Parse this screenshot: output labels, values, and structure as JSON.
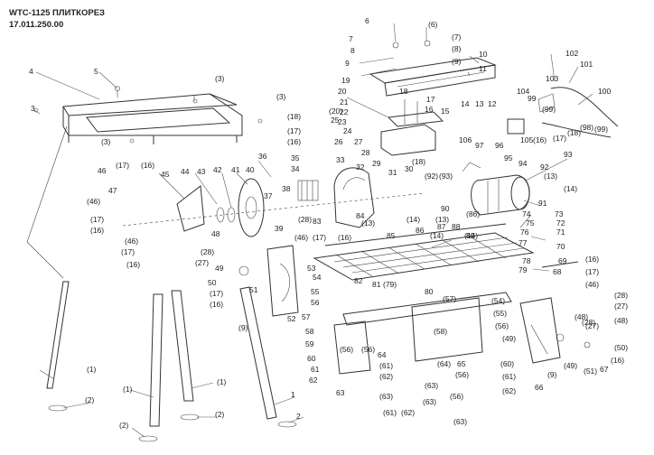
{
  "title": {
    "model": "WTC-1125 ПЛИТКОРЕЗ",
    "code": "17.011.250.00"
  },
  "labels": [
    {
      "t": "6"
    },
    {
      "t": "(6)"
    },
    {
      "t": "7"
    },
    {
      "t": "(7)"
    },
    {
      "t": "8"
    },
    {
      "t": "(8)"
    },
    {
      "t": "9"
    },
    {
      "t": "(9)"
    },
    {
      "t": "10"
    },
    {
      "t": "11"
    },
    {
      "t": "19"
    },
    {
      "t": "20"
    },
    {
      "t": "21"
    },
    {
      "t": "22"
    },
    {
      "t": "23"
    },
    {
      "t": "18"
    },
    {
      "t": "17"
    },
    {
      "t": "16"
    },
    {
      "t": "15"
    },
    {
      "t": "14"
    },
    {
      "t": "13"
    },
    {
      "t": "12"
    },
    {
      "t": "(20)"
    },
    {
      "t": "25"
    },
    {
      "t": "24"
    },
    {
      "t": "26"
    },
    {
      "t": "27"
    },
    {
      "t": "(18)"
    },
    {
      "t": "(17)"
    },
    {
      "t": "(16)"
    },
    {
      "t": "36"
    },
    {
      "t": "35"
    },
    {
      "t": "34"
    },
    {
      "t": "33"
    },
    {
      "t": "32"
    },
    {
      "t": "28"
    },
    {
      "t": "29"
    },
    {
      "t": "31"
    },
    {
      "t": "30"
    },
    {
      "t": "4"
    },
    {
      "t": "5"
    },
    {
      "t": "(3)"
    },
    {
      "t": "3"
    },
    {
      "t": "(3)"
    },
    {
      "t": "(3)"
    },
    {
      "t": "46"
    },
    {
      "t": "(17)"
    },
    {
      "t": "(16)"
    },
    {
      "t": "45"
    },
    {
      "t": "44"
    },
    {
      "t": "43"
    },
    {
      "t": "42"
    },
    {
      "t": "41"
    },
    {
      "t": "40"
    },
    {
      "t": "47"
    },
    {
      "t": "(46)"
    },
    {
      "t": "(17)"
    },
    {
      "t": "(16)"
    },
    {
      "t": "(46)"
    },
    {
      "t": "(17)"
    },
    {
      "t": "(16)"
    },
    {
      "t": "38"
    },
    {
      "t": "39"
    },
    {
      "t": "37"
    },
    {
      "t": "(28)"
    },
    {
      "t": "83"
    },
    {
      "t": "84"
    },
    {
      "t": "(13)"
    },
    {
      "t": "(14)"
    },
    {
      "t": "(13)"
    },
    {
      "t": "90"
    },
    {
      "t": "(92)"
    },
    {
      "t": "(93)"
    },
    {
      "t": "(18)"
    },
    {
      "t": "106"
    },
    {
      "t": "97"
    },
    {
      "t": "96"
    },
    {
      "t": "95"
    },
    {
      "t": "94"
    },
    {
      "t": "93"
    },
    {
      "t": "92"
    },
    {
      "t": "(13)"
    },
    {
      "t": "(14)"
    },
    {
      "t": "91"
    },
    {
      "t": "102"
    },
    {
      "t": "101"
    },
    {
      "t": "103"
    },
    {
      "t": "100"
    },
    {
      "t": "104"
    },
    {
      "t": "99"
    },
    {
      "t": "(99)"
    },
    {
      "t": "(98)"
    },
    {
      "t": "105"
    },
    {
      "t": "(16)"
    },
    {
      "t": "(17)"
    },
    {
      "t": "(18)"
    },
    {
      "t": "(99)"
    },
    {
      "t": "48"
    },
    {
      "t": "(28)"
    },
    {
      "t": "(27)"
    },
    {
      "t": "49"
    },
    {
      "t": "50"
    },
    {
      "t": "(17)"
    },
    {
      "t": "(16)"
    },
    {
      "t": "51"
    },
    {
      "t": "52"
    },
    {
      "t": "(46)"
    },
    {
      "t": "(17)"
    },
    {
      "t": "(16)"
    },
    {
      "t": "86"
    },
    {
      "t": "(14)"
    },
    {
      "t": "(86)"
    },
    {
      "t": "87"
    },
    {
      "t": "88"
    },
    {
      "t": "89"
    },
    {
      "t": "85"
    },
    {
      "t": "(14)"
    },
    {
      "t": "74"
    },
    {
      "t": "73"
    },
    {
      "t": "75"
    },
    {
      "t": "76"
    },
    {
      "t": "72"
    },
    {
      "t": "77"
    },
    {
      "t": "71"
    },
    {
      "t": "70"
    },
    {
      "t": "69"
    },
    {
      "t": "78"
    },
    {
      "t": "79"
    },
    {
      "t": "68"
    },
    {
      "t": "(16)"
    },
    {
      "t": "(17)"
    },
    {
      "t": "(46)"
    },
    {
      "t": "53"
    },
    {
      "t": "54"
    },
    {
      "t": "82"
    },
    {
      "t": "81"
    },
    {
      "t": "(79)"
    },
    {
      "t": "80"
    },
    {
      "t": "(57)"
    },
    {
      "t": "55"
    },
    {
      "t": "56"
    },
    {
      "t": "(54)"
    },
    {
      "t": "(55)"
    },
    {
      "t": "(56)"
    },
    {
      "t": "(28)"
    },
    {
      "t": "(27)"
    },
    {
      "t": "(48)"
    },
    {
      "t": "(48)"
    },
    {
      "t": "(9)"
    },
    {
      "t": "57"
    },
    {
      "t": "58"
    },
    {
      "t": "59"
    },
    {
      "t": "(58)"
    },
    {
      "t": "(56)"
    },
    {
      "t": "(49)"
    },
    {
      "t": "(28)"
    },
    {
      "t": "(27)"
    },
    {
      "t": "(50)"
    },
    {
      "t": "60"
    },
    {
      "t": "(56)"
    },
    {
      "t": "64"
    },
    {
      "t": "(61)"
    },
    {
      "t": "61"
    },
    {
      "t": "(62)"
    },
    {
      "t": "62"
    },
    {
      "t": "63"
    },
    {
      "t": "(63)"
    },
    {
      "t": "(64)"
    },
    {
      "t": "65"
    },
    {
      "t": "(56)"
    },
    {
      "t": "(60)"
    },
    {
      "t": "(61)"
    },
    {
      "t": "(62)"
    },
    {
      "t": "66"
    },
    {
      "t": "(9)"
    },
    {
      "t": "(49)"
    },
    {
      "t": "(51)"
    },
    {
      "t": "67"
    },
    {
      "t": "(16)"
    },
    {
      "t": "(63)"
    },
    {
      "t": "(61)"
    },
    {
      "t": "(62)"
    },
    {
      "t": "(63)"
    },
    {
      "t": "(56)"
    },
    {
      "t": "(63)"
    },
    {
      "t": "(1)"
    },
    {
      "t": "(2)"
    },
    {
      "t": "(1)"
    },
    {
      "t": "(1)"
    },
    {
      "t": "(2)"
    },
    {
      "t": "(2)"
    },
    {
      "t": "1"
    },
    {
      "t": "2"
    }
  ]
}
